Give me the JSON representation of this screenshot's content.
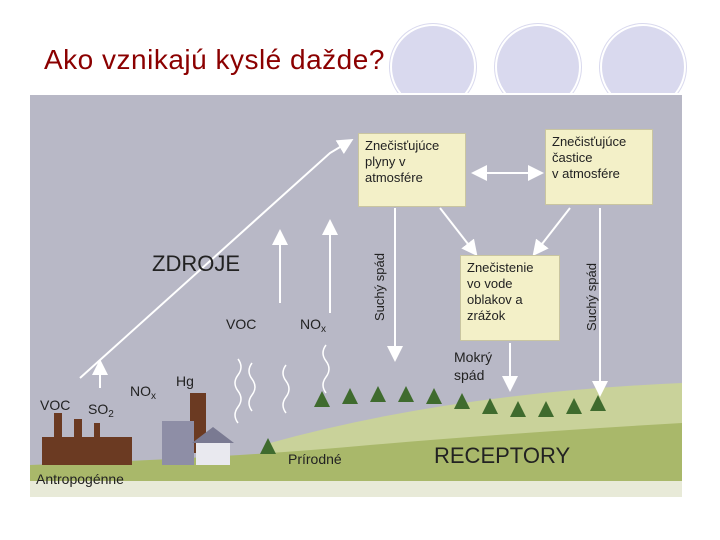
{
  "slide": {
    "title": "Ako vznikajú kyslé dažde?"
  },
  "diagram": {
    "boxes": {
      "gases": "Znečisťujúce\nplyny v\natmosfére",
      "particles": "Znečisťujúce\nčastice\nv atmosfére",
      "cloud_water": "Znečistenie\nvo vode\noblakov a\nzrážok"
    },
    "labels": {
      "sources": "ZDROJE",
      "receptors": "RECEPTORY",
      "natural": "Prírodné",
      "anthropogenic": "Antropogénne",
      "wet_deposition": "Mokrý\nspád",
      "dry_deposition_1": "Suchý spád",
      "dry_deposition_2": "Suchý spád",
      "voc_natural": "VOC",
      "nox_natural_main": "NO",
      "nox_natural_sub": "x",
      "voc_anthro": "VOC",
      "so2_main": "SO",
      "so2_sub": "2",
      "nox_anthro_main": "NO",
      "nox_anthro_sub": "x",
      "hg": "Hg"
    },
    "colors": {
      "background": "#b8b8c6",
      "box_fill": "#f3f0c8",
      "hill": "#c9d29a",
      "ground": "#a9b86a",
      "tree": "#3f6b2e",
      "factory": "#6b3a22",
      "title": "#8b0000",
      "arrow": "#ffffff"
    }
  }
}
